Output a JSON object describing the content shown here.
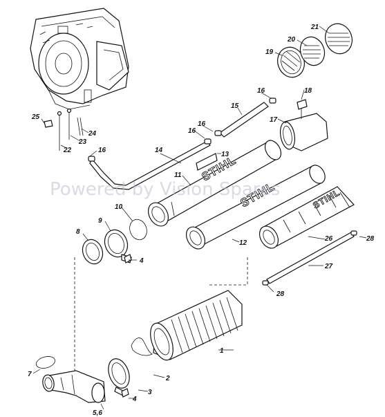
{
  "watermark": "Powered by Vision Spares",
  "brand": "STIHL",
  "labels": {
    "l1": "1",
    "l2": "2",
    "l3": "3",
    "l4a": "4",
    "l4b": "4",
    "l56": "5,6",
    "l7": "7",
    "l8": "8",
    "l9": "9",
    "l10": "10",
    "l11": "11",
    "l12": "12",
    "l13": "13",
    "l14": "14",
    "l15": "15",
    "l16a": "16",
    "l16b": "16",
    "l16c": "16",
    "l16d": "16",
    "l17": "17",
    "l18": "18",
    "l19": "19",
    "l20": "20",
    "l21": "21",
    "l22": "22",
    "l23": "23",
    "l24": "24",
    "l25": "25",
    "l26": "26",
    "l27": "27",
    "l28a": "28",
    "l28b": "28"
  }
}
